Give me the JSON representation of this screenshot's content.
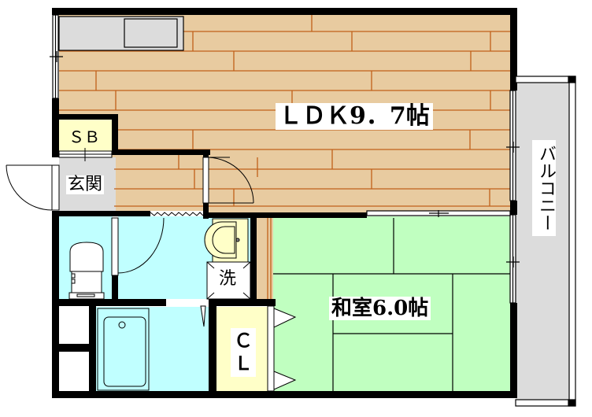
{
  "floorplan": {
    "colors": {
      "wood_floor": "#E8CBA0",
      "wood_line": "#C0601A",
      "tatami": "#C0FFC0",
      "wet_area": "#C0FFFF",
      "storage": "#FFFFC8",
      "entrance": "#DCDCDC",
      "balcony": "#DCDCDC",
      "wall": "#000000"
    },
    "rooms": {
      "ldk": {
        "label": "ＬＤＫ9．7帖"
      },
      "washitsu": {
        "label": "和室6.0帖"
      },
      "entrance": {
        "label": "玄関"
      },
      "shoe_box": {
        "label": "ＳＢ"
      },
      "closet": {
        "label": "ＣＬ"
      },
      "washer": {
        "label": "洗"
      },
      "balcony": {
        "label": "バルコニー"
      }
    }
  }
}
